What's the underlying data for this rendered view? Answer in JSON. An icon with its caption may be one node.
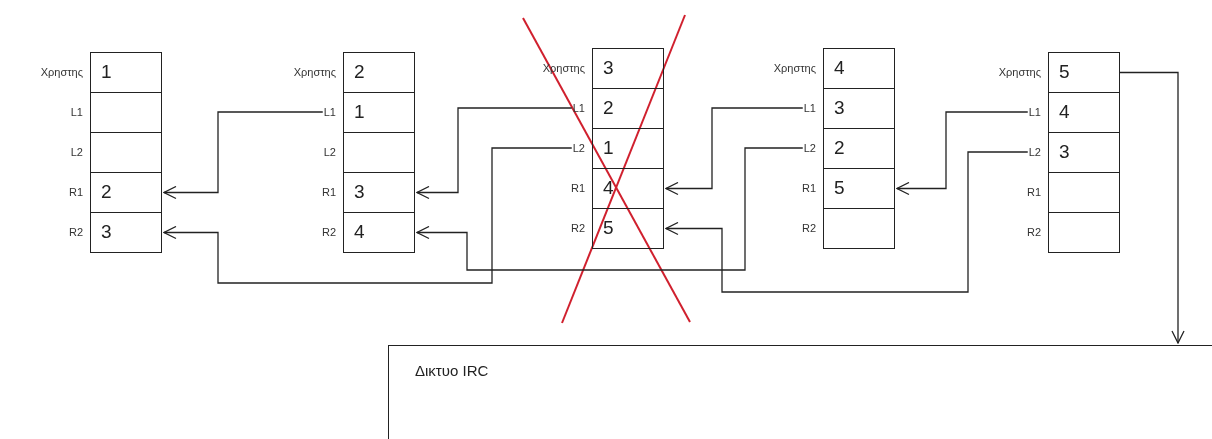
{
  "diagram": {
    "nodes": [
      {
        "text": [
          "1"
        ]
      },
      {
        "text": [],
        "shape": "box"
      },
      {
        "text": [],
        "shape": "box"
      },
      {
        "text": [
          "2"
        ]
      },
      {
        "text": [
          "3"
        ]
      },
      {
        "text": [
          "2"
        ]
      },
      {
        "text": [
          "1"
        ]
      },
      {
        "text": [],
        "shape": "box"
      },
      {
        "text": [
          "3"
        ]
      },
      {
        "text": [
          "4"
        ]
      },
      {
        "text": [
          "L1"
        ]
      },
      {
        "text": [
          "3"
        ]
      },
      {
        "text": [
          "2"
        ]
      },
      {
        "text": [
          "1"
        ]
      },
      {
        "text": [
          "4"
        ]
      },
      {
        "text": [
          "5"
        ]
      },
      {
        "text": [
          "L1"
        ]
      },
      {
        "text": [
          "L2"
        ]
      },
      {
        "text": [
          "4"
        ]
      },
      {
        "text": [
          "3"
        ]
      },
      {
        "text": [
          "2"
        ]
      },
      {
        "text": [
          "5"
        ]
      },
      {
        "text": [],
        "shape": "box"
      },
      {
        "text": [
          "L1"
        ]
      },
      {
        "text": [
          "L2"
        ]
      },
      {
        "text": [
          "5"
        ]
      },
      {
        "text": [
          "4"
        ]
      },
      {
        "text": [
          "3"
        ]
      },
      {
        "text": [],
        "shape": "box"
      },
      {
        "text": [],
        "shape": "box"
      },
      {
        "text": [
          "L1"
        ]
      },
      {
        "text": [
          "L2"
        ]
      },
      {
        "text": [
          "Δικτυο IRC"
        ]
      }
    ],
    "edges": [
      {
        "from": 10,
        "to": 3,
        "arrow": "to"
      },
      {
        "from": 16,
        "to": 8,
        "arrow": "to"
      },
      {
        "from": 17,
        "to": 4,
        "arrow": "to"
      },
      {
        "from": 23,
        "to": 14,
        "arrow": "to"
      },
      {
        "from": 24,
        "to": 9,
        "arrow": "to"
      },
      {
        "from": 30,
        "to": 21,
        "arrow": "to"
      },
      {
        "from": 31,
        "to": 15,
        "arrow": "to"
      },
      {
        "from": 25,
        "to": 32,
        "arrow": "to"
      }
    ],
    "labels": [
      "Χρηστης",
      "L1",
      "L2",
      "R1",
      "R2",
      "Χρηστης",
      "L2",
      "R1",
      "R2",
      "Χρηστης",
      "R1",
      "R2",
      "Χρηστης",
      "R1",
      "R2",
      "Χρηστης",
      "R1",
      "R2"
    ]
  }
}
